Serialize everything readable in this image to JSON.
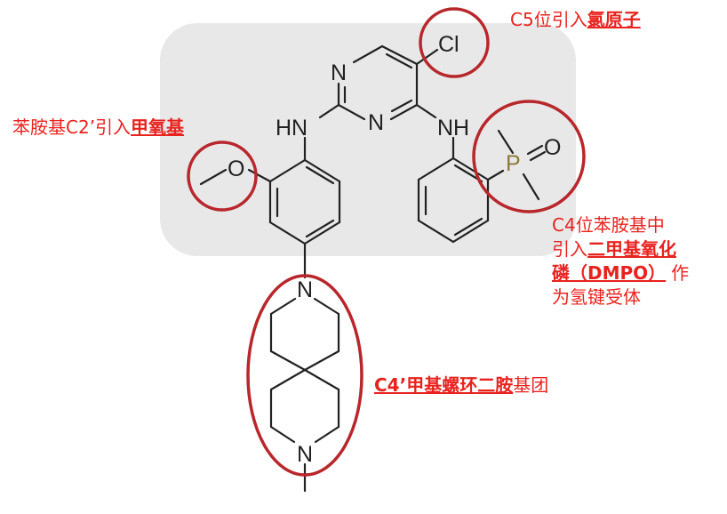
{
  "annotations": {
    "c5": {
      "prefix": "C5位引入",
      "highlight": "氯原子"
    },
    "c2": {
      "prefix": "苯胺基C2’引入",
      "highlight": "甲氧基"
    },
    "c4_dmpo": {
      "line1": "C4位苯胺基中",
      "line2_prefix": "引入",
      "line2_highlight": "二甲基氧化",
      "line3_highlight": "磷（DMPO）",
      "line3_suffix": "作",
      "line4": "为氢键受体"
    },
    "c4_spiro": {
      "highlight": "C4’甲基螺环二胺",
      "suffix": "基团"
    }
  },
  "atoms": {
    "cl": "Cl",
    "n_top": "N",
    "n_mid": "N",
    "nh_left": "HN",
    "nh_right": "NH",
    "o_methoxy": "O",
    "p": "P",
    "o_phos": "O",
    "n_spiro_top": "N",
    "n_spiro_bottom": "N"
  },
  "colors": {
    "annotation": "#e8231f",
    "circle": "#b8272b",
    "highlight_box": "#e8e8e8",
    "bond": "#222222"
  }
}
